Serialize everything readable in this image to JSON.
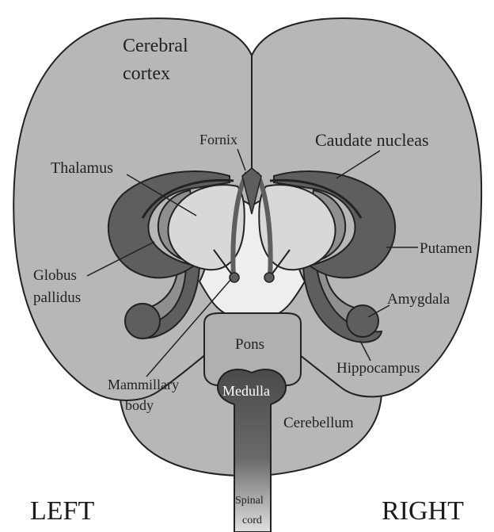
{
  "colors": {
    "cortex": "#b7b7b7",
    "cerebellum": "#b7b7b7",
    "dark_structure": "#5e5e5e",
    "mid_structure": "#8f8f8f",
    "light_structure": "#d8d8d8",
    "ventricle": "#eeeeee",
    "outline": "#222222"
  },
  "labels": {
    "cerebral_cortex_line1": "Cerebral",
    "cerebral_cortex_line2": "cortex",
    "fornix": "Fornix",
    "caudate_nucleus": "Caudate nucleas",
    "thalamus": "Thalamus",
    "putamen": "Putamen",
    "globus_pallidus_line1": "Globus",
    "globus_pallidus_line2": "pallidus",
    "amygdala": "Amygdala",
    "pons": "Pons",
    "hippocampus": "Hippocampus",
    "mammillary_body_line1": "Mammillary",
    "mammillary_body_line2": "body",
    "medulla": "Medulla",
    "cerebellum": "Cerebellum",
    "spinal_cord_line1": "Spinal",
    "spinal_cord_line2": "cord",
    "left": "LEFT",
    "right": "RIGHT"
  }
}
